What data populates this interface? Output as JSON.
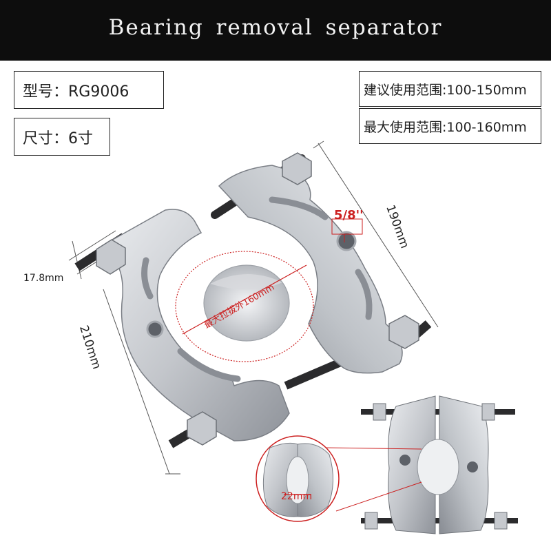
{
  "banner": {
    "title": "Bearing removal separator"
  },
  "specs": {
    "model": "型号：RG9006",
    "size": "尺寸：6寸",
    "recommended_range": "建议使用范围:100-150mm",
    "max_range": "最大使用范围:100-160mm"
  },
  "dimensions": {
    "bolt_dia": "17.8mm",
    "height": "210mm",
    "width": "190mm",
    "thread": "5/8''",
    "max_pull": "最大拉拔外160mm",
    "min_opening": "22mm"
  },
  "colors": {
    "banner_bg": "#0d0d0d",
    "steel": "#c9ccd1",
    "steel_dark": "#8d9198",
    "bolt": "#2b2b2d",
    "accent_red": "#cc1f1f"
  }
}
